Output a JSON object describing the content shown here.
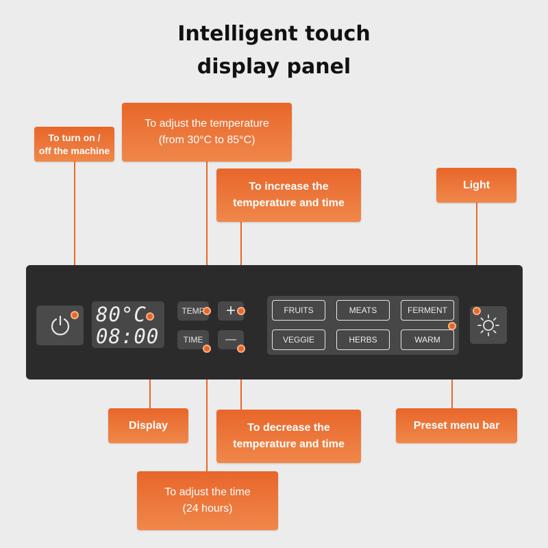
{
  "title": {
    "line1": "Intelligent touch",
    "line2": "display panel"
  },
  "panel": {
    "display": {
      "temp_readout": "80°C",
      "time_readout": "08:00"
    },
    "temp_button": "TEMP",
    "time_button": "TIME",
    "plus_symbol": "+",
    "minus_symbol": "—",
    "power_icon": "power-icon",
    "light_icon": "sun-icon",
    "menu": [
      [
        "FRUITS",
        "MEATS",
        "FERMENT"
      ],
      [
        "VEGGIE",
        "HERBS",
        "WARM"
      ]
    ]
  },
  "callouts": {
    "power": [
      "To turn on /",
      "off the machine"
    ],
    "temp": [
      "To adjust the temperature",
      "(from 30°C to 85°C)"
    ],
    "increase": [
      "To increase the",
      "temperature and time"
    ],
    "light": [
      "Light"
    ],
    "display": [
      "Display"
    ],
    "decrease": [
      "To decrease the",
      "temperature and time"
    ],
    "time": [
      "To adjust the time",
      "(24 hours)"
    ],
    "menu": [
      "Preset menu bar"
    ]
  },
  "colors": {
    "accent": "#e8662a",
    "panel": "#2b2b2b",
    "background": "#ececec"
  }
}
